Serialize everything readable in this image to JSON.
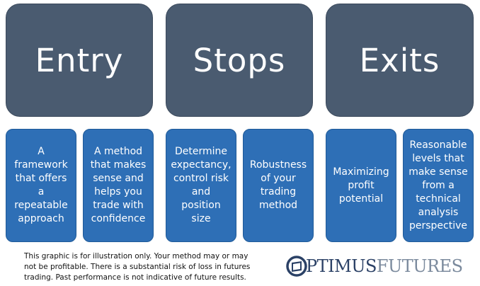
{
  "columns": [
    {
      "header": "Entry",
      "boxes": [
        "A\nframework\nthat offers\na\nrepeatable\napproach",
        "A method\nthat makes\nsense and\nhelps you\ntrade with\nconfidence"
      ]
    },
    {
      "header": "Stops",
      "boxes": [
        "Determine\nexpectancy,\ncontrol risk\nand\nposition\nsize",
        "Robustness\nof your\ntrading\nmethod"
      ]
    },
    {
      "header": "Exits",
      "boxes": [
        "Maximizing\nprofit\npotential",
        "Reasonable\nlevels that\nmake sense\nfrom a\ntechnical\nanalysis\nperspective"
      ]
    }
  ],
  "disclaimer": "This graphic is for illustration only. Your method may or may\nnot be profitable. There is a substantial risk of loss in futures\ntrading. Past performance is not indicative of future results.",
  "logo": {
    "name_part1": "PTIMUS",
    "name_part2": "FUTURES"
  },
  "colors": {
    "header_bg": "#4a5b70",
    "box_bg": "#2e6fb6",
    "logo_dark": "#2b4166",
    "logo_light": "#7b8a9d"
  }
}
